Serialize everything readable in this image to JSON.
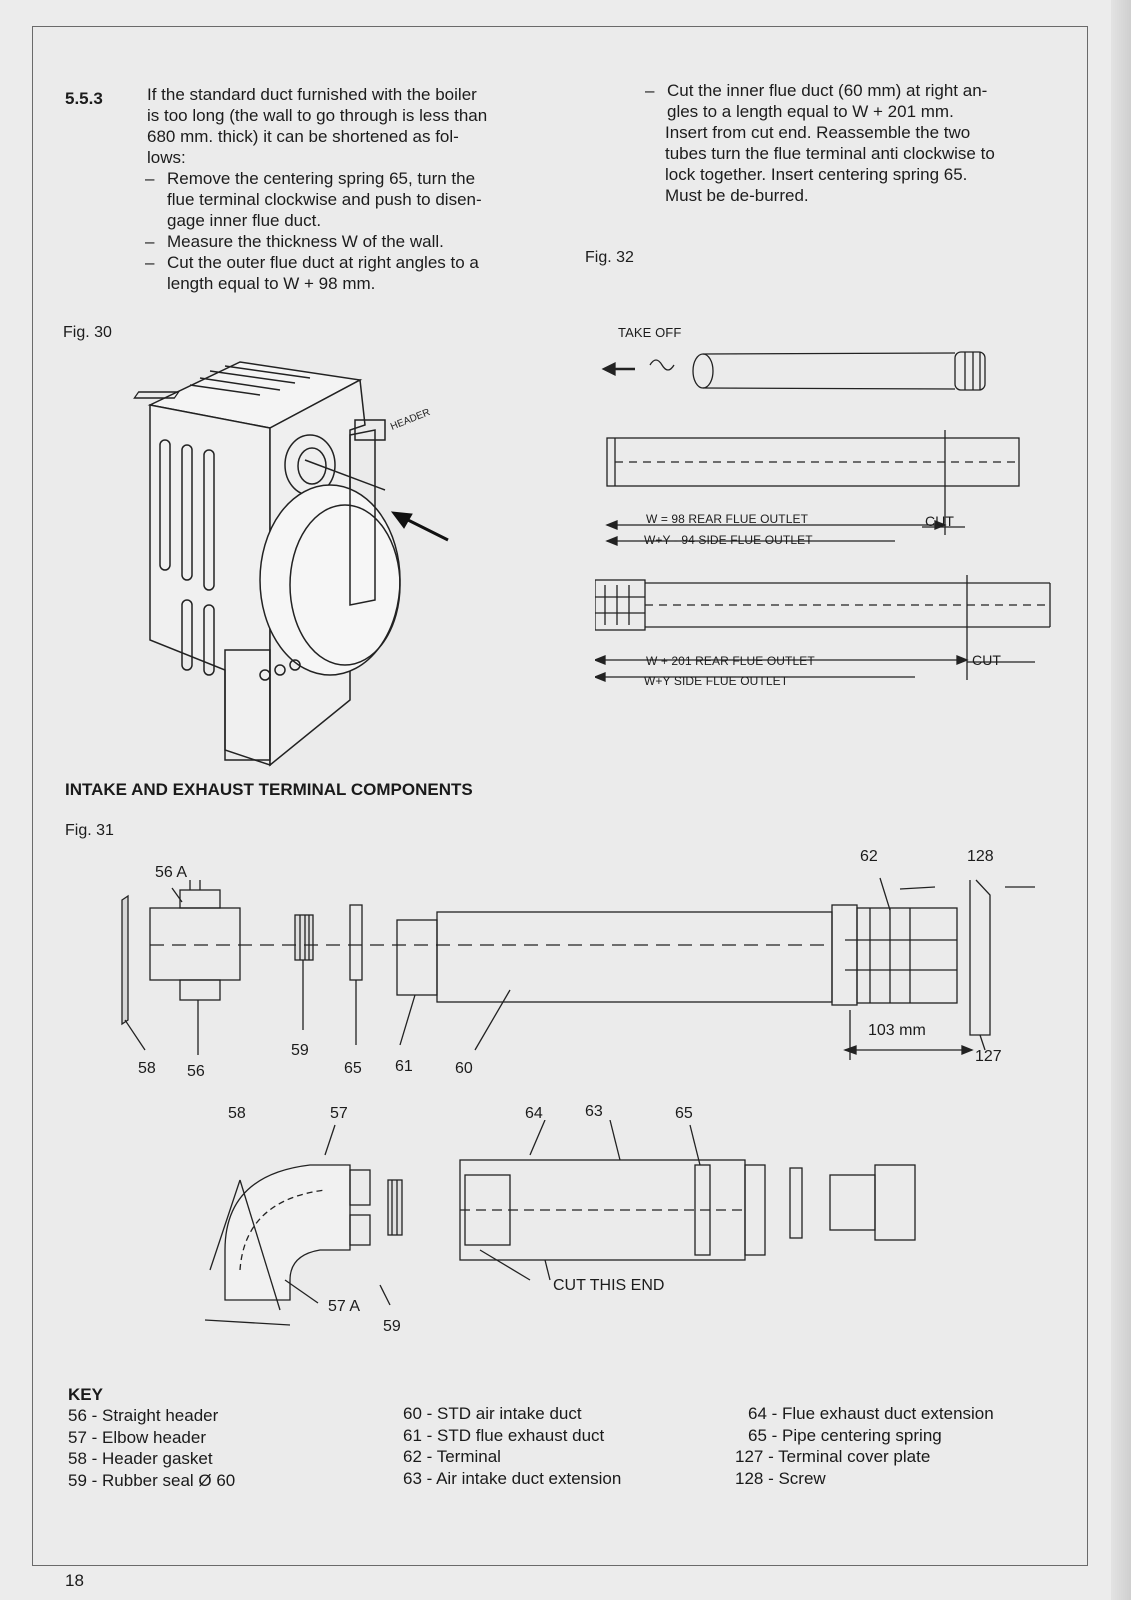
{
  "section": {
    "number": "5.5.3",
    "intro": [
      "If the standard duct furnished with the boiler",
      "is too long (the wall to go through is less than",
      "680 mm. thick) it can be shortened as fol-",
      "lows:"
    ],
    "steps_left": [
      {
        "dash": "–",
        "lines": [
          "Remove the centering spring 65, turn the",
          "flue terminal clockwise and push to disen-",
          "gage inner flue duct."
        ]
      },
      {
        "dash": "–",
        "lines": [
          "Measure the thickness W of the wall."
        ]
      },
      {
        "dash": "–",
        "lines": [
          "Cut the outer flue duct at right angles to a",
          "length equal to W + 98 mm."
        ]
      }
    ],
    "steps_right": [
      {
        "dash": "–",
        "lines": [
          "Cut the inner flue duct (60 mm) at right an-",
          "gles to a length equal to W + 201 mm.",
          "Insert from cut end. Reassemble the two",
          "tubes turn the flue terminal anti clockwise to",
          "lock together. Insert centering spring 65.",
          "Must be de-burred."
        ]
      }
    ]
  },
  "fig30": {
    "label": "Fig. 30",
    "header_label": "HEADER"
  },
  "fig32": {
    "label": "Fig. 32",
    "take_off": "TAKE OFF",
    "outer_dim_1": "W = 98 REAR FLUE OUTLET",
    "outer_dim_2": "W+Y - 94 SIDE FLUE OUTLET",
    "outer_cut": "CUT",
    "inner_dim_1": "W + 201 REAR FLUE OUTLET",
    "inner_dim_2": "W+Y  SIDE FLUE OUTLET",
    "inner_cut": "CUT"
  },
  "fig31": {
    "heading": "INTAKE AND EXHAUST TERMINAL COMPONENTS",
    "label": "Fig. 31",
    "callouts_top": {
      "c56a": "56 A",
      "c58": "58",
      "c56": "56",
      "c59": "59",
      "c65": "65",
      "c61": "61",
      "c60": "60",
      "c62": "62",
      "c128": "128",
      "c127": "127",
      "dim": "103 mm"
    },
    "callouts_bottom": {
      "c58": "58",
      "c57": "57",
      "c57a": "57 A",
      "c59": "59",
      "c64": "64",
      "c63": "63",
      "c65": "65",
      "cut_this_end": "CUT THIS END"
    }
  },
  "key": {
    "title": "KEY",
    "col1": [
      "56 - Straight header",
      "57 - Elbow header",
      "58 - Header gasket",
      "59 - Rubber seal Ø 60"
    ],
    "col2": [
      "60 - STD air intake duct",
      "61 - STD  flue exhaust duct",
      "62 - Terminal",
      "63 - Air intake duct extension"
    ],
    "col3": [
      "64 - Flue exhaust duct extension",
      "65 - Pipe centering spring",
      "127 - Terminal cover plate",
      "128 - Screw"
    ]
  },
  "page_number": "18"
}
